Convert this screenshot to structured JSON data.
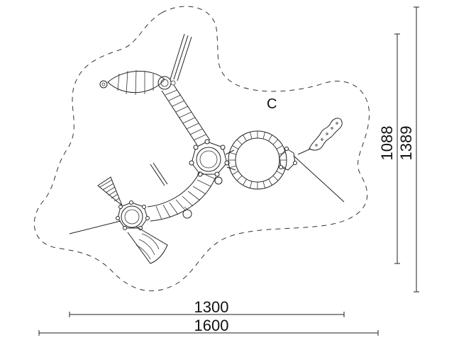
{
  "drawing": {
    "zone_label": "C",
    "dimensions": {
      "inner_width": "1300",
      "outer_width": "1600",
      "inner_height": "1088",
      "outer_height": "1389"
    }
  }
}
